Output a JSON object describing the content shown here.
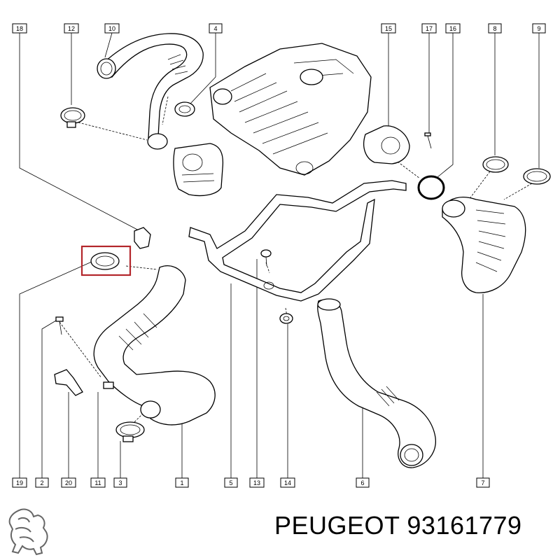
{
  "caption": {
    "brand": "PEUGEOT",
    "part_number": "93161779"
  },
  "callouts": {
    "n18": "18",
    "n12": "12",
    "n10": "10",
    "n4": "4",
    "n15": "15",
    "n17": "17",
    "n16": "16",
    "n8": "8",
    "n9": "9",
    "n19": "19",
    "n2": "2",
    "n20": "20",
    "n11": "11",
    "n3": "3",
    "n1": "1",
    "n5": "5",
    "n13": "13",
    "n14": "14",
    "n6": "6",
    "n7": "7"
  },
  "logo": {
    "icon": "peugeot-lion-icon"
  },
  "colors": {
    "highlight": "#b3262b",
    "ink": "#000000"
  }
}
